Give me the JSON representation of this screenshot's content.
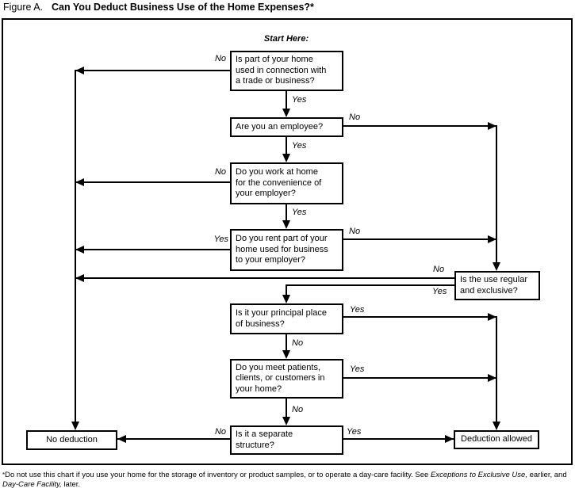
{
  "figure": {
    "label": "Figure A.",
    "title": "Can You Deduct Business Use of the Home Expenses?*"
  },
  "start_label": "Start Here:",
  "answers": {
    "yes": "Yes",
    "no": "No"
  },
  "nodes": {
    "q_trade_business": "Is part of your home\nused in connection with\na trade or business?",
    "q_employee": "Are you an employee?",
    "q_convenience": "Do you work at home\nfor the convenience of\nyour employer?",
    "q_rent": "Do you rent part of your\nhome used for business\nto your employer?",
    "q_regular_exclusive": "Is the use regular\nand exclusive?",
    "q_principal_place": "Is it your principal place\nof business?",
    "q_patients": "Do you meet patients,\nclients, or customers in\nyour home?",
    "q_separate_structure": "Is it a separate\nstructure?",
    "outcome_no_deduction": "No deduction",
    "outcome_deduction_allowed": "Deduction allowed"
  },
  "footnote": {
    "marker": "*",
    "text1": "Do not use this chart if you use your home for the storage of inventory or product samples, or to operate a day-care facility. See ",
    "italic1": "Exceptions to Exclusive Use,",
    "text2": " earlier, and ",
    "italic2": "Day-Care Facility,",
    "text3": " later."
  }
}
